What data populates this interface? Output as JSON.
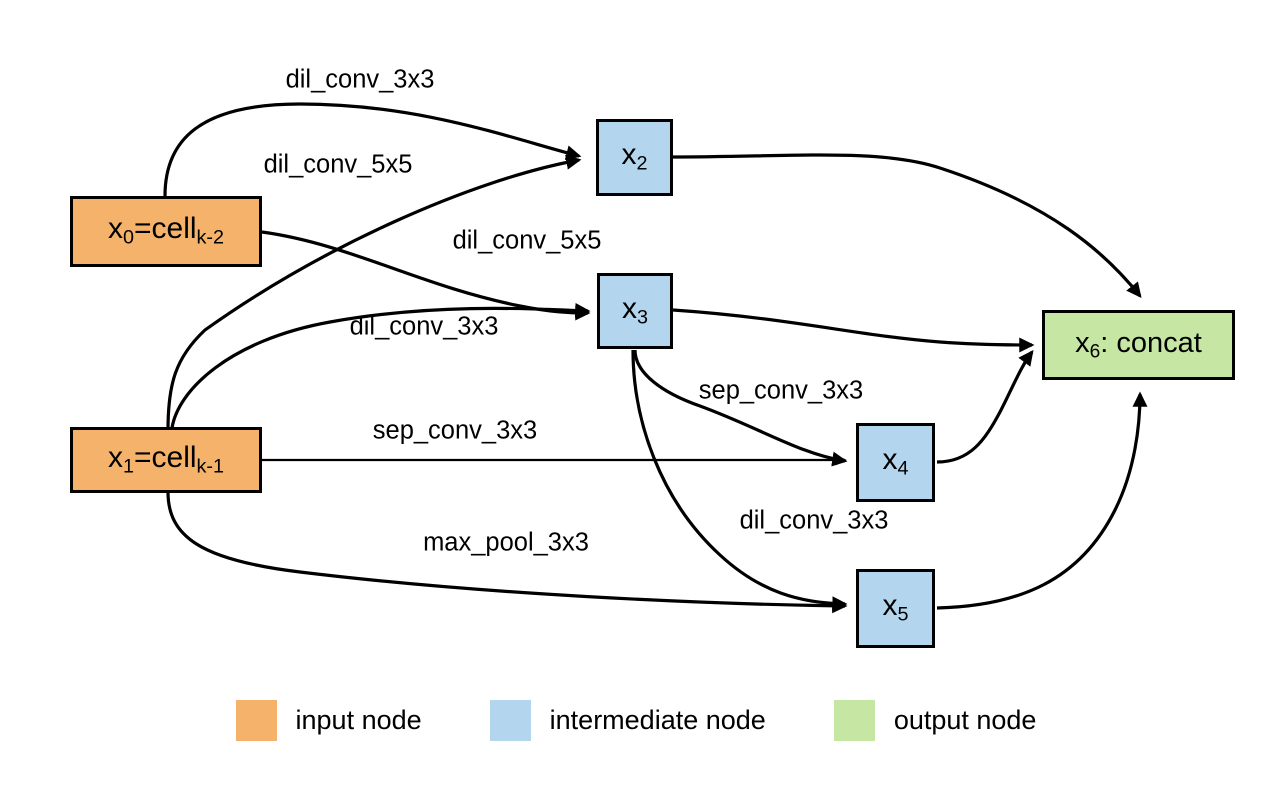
{
  "diagram": {
    "title": "NAS cell architecture DAG",
    "background": "#ffffff",
    "colors": {
      "input_node": "#f4b26a",
      "intermediate_node": "#b3d6ee",
      "output_node": "#c6e6a4",
      "edge": "#000000",
      "border": "#000000"
    },
    "nodes": [
      {
        "id": "x0",
        "kind": "input",
        "text_main": "x",
        "text_sub": "0",
        "text_rest": "=cell",
        "text_sub2": "k-2"
      },
      {
        "id": "x1",
        "kind": "input",
        "text_main": "x",
        "text_sub": "1",
        "text_rest": "=cell",
        "text_sub2": "k-1"
      },
      {
        "id": "x2",
        "kind": "intermediate",
        "text_main": "x",
        "text_sub": "2",
        "text_rest": "",
        "text_sub2": ""
      },
      {
        "id": "x3",
        "kind": "intermediate",
        "text_main": "x",
        "text_sub": "3",
        "text_rest": "",
        "text_sub2": ""
      },
      {
        "id": "x4",
        "kind": "intermediate",
        "text_main": "x",
        "text_sub": "4",
        "text_rest": "",
        "text_sub2": ""
      },
      {
        "id": "x5",
        "kind": "intermediate",
        "text_main": "x",
        "text_sub": "5",
        "text_rest": "",
        "text_sub2": ""
      },
      {
        "id": "x6",
        "kind": "output",
        "text_main": "x",
        "text_sub": "6",
        "text_rest": ": concat",
        "text_sub2": ""
      }
    ],
    "edges": [
      {
        "from": "x0",
        "to": "x2",
        "label": "dil_conv_3x3"
      },
      {
        "from": "x1",
        "to": "x2",
        "label": "dil_conv_5x5"
      },
      {
        "from": "x0",
        "to": "x3",
        "label": "dil_conv_5x5"
      },
      {
        "from": "x1",
        "to": "x3",
        "label": "dil_conv_3x3"
      },
      {
        "from": "x3",
        "to": "x4",
        "label": "sep_conv_3x3"
      },
      {
        "from": "x1",
        "to": "x4",
        "label": "sep_conv_3x3"
      },
      {
        "from": "x3",
        "to": "x5",
        "label": "dil_conv_3x3"
      },
      {
        "from": "x1",
        "to": "x5",
        "label": "max_pool_3x3"
      },
      {
        "from": "x2",
        "to": "x6",
        "label": ""
      },
      {
        "from": "x3",
        "to": "x6",
        "label": ""
      },
      {
        "from": "x4",
        "to": "x6",
        "label": ""
      },
      {
        "from": "x5",
        "to": "x6",
        "label": ""
      }
    ],
    "legend": [
      {
        "label": "input node",
        "color": "#f4b26a"
      },
      {
        "label": "intermediate node",
        "color": "#b3d6ee"
      },
      {
        "label": "output node",
        "color": "#c6e6a4"
      }
    ]
  }
}
